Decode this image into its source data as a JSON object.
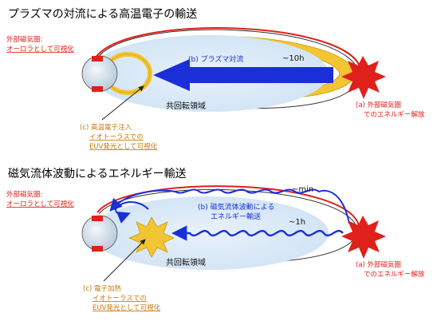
{
  "top": {
    "title": "プラズマの対流による高温電子の輸送",
    "aurora_line1": "外部磁気圏:",
    "aurora_line2": "オーロラとして可視化",
    "convection_label": "(b) プラズマ対流",
    "time_label": "~10h",
    "corotation_label": "共回転領域",
    "release_line1": "(a) 外部磁気圏",
    "release_line2": "でのエネルギー解放",
    "injection_line1": "(c) 高温電子注入",
    "injection_line2": "イオトーラスでの",
    "injection_line3": "EUV発光として可視化"
  },
  "bottom": {
    "title": "磁気流体波動によるエネルギー輸送",
    "aurora_line1": "外部磁気圏:",
    "aurora_line2": "オーロラとして可視化",
    "min_label": "~min",
    "wave_line1": "(b) 磁気流体波動による",
    "wave_line2": "エネルギー輸送",
    "time_label": "~1h",
    "corotation_label": "共回転領域",
    "release_line1": "(a) 外部磁気圏",
    "release_line2": "でのエネルギー解放",
    "heating_line1": "(c) 電子加熱",
    "heating_line2": "イオトーラスでの",
    "heating_line3": "EUV発光として可視化"
  },
  "colors": {
    "red": "#e0201a",
    "blue": "#1a2fd8",
    "orange": "#c9780a",
    "torus_yellow": "#f2c532",
    "corotation_fill": "#dbeaf8",
    "planet_fill": "#d5e3f0"
  },
  "icons": {
    "explosion": "explosion-icon",
    "planet": "planet-icon"
  }
}
